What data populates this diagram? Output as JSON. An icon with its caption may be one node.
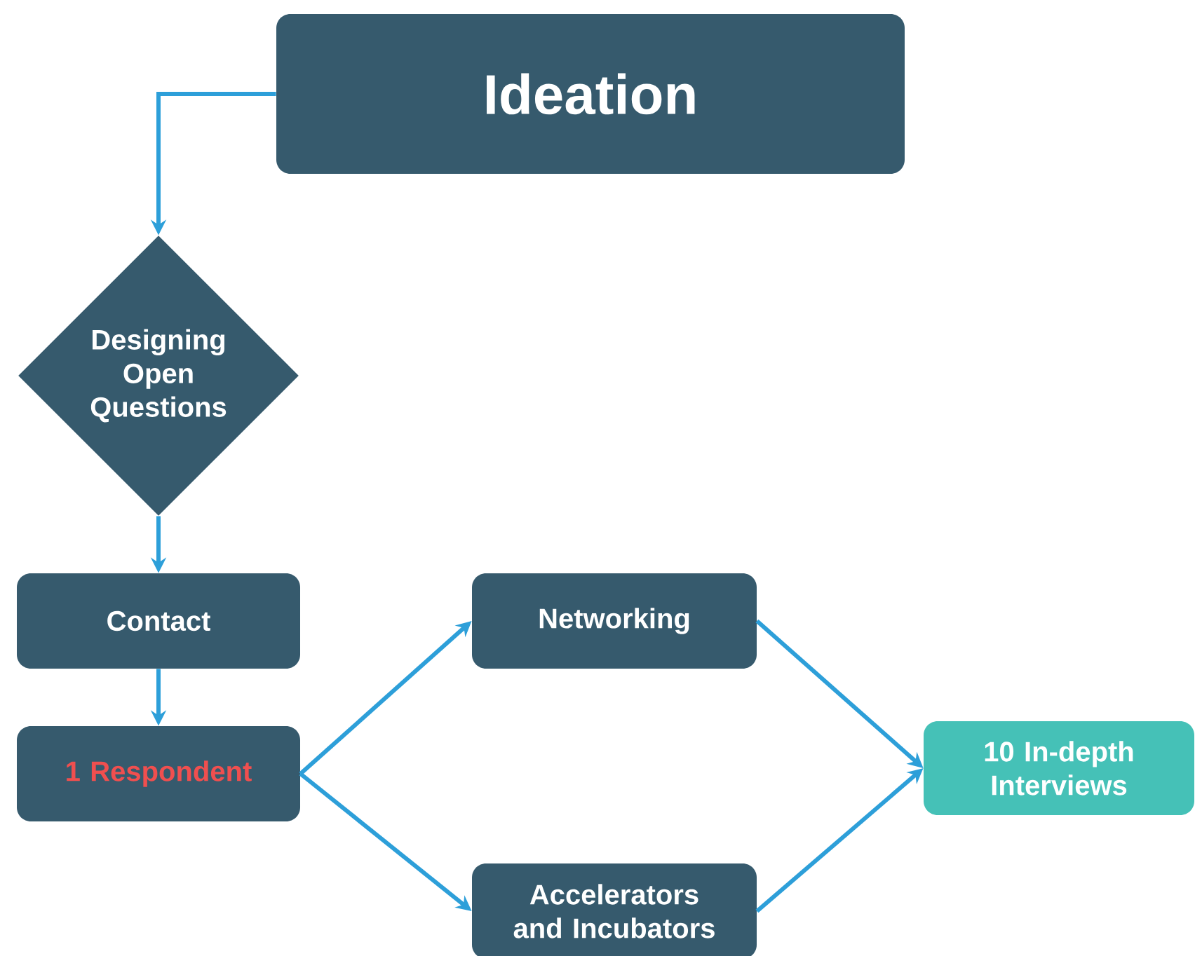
{
  "diagram": {
    "nodes": [
      {
        "text": [
          "Ideation"
        ]
      },
      {
        "text": [
          "Designing Open Questions"
        ]
      },
      {
        "text": [
          "Contact"
        ]
      },
      {
        "text": [
          "1 Respondent"
        ]
      },
      {
        "text": [
          "Networking"
        ]
      },
      {
        "text": [
          "Accelerators and Incubators"
        ]
      },
      {
        "text": [
          "10 In-depth Interviews"
        ]
      }
    ],
    "edges": [
      {
        "from": 0,
        "to": 1,
        "arrow": "to"
      },
      {
        "from": 1,
        "to": 2,
        "arrow": "to"
      },
      {
        "from": 2,
        "to": 3,
        "arrow": "to"
      },
      {
        "from": 3,
        "to": 4,
        "arrow": "to"
      },
      {
        "from": 3,
        "to": 5,
        "arrow": "to"
      },
      {
        "from": 4,
        "to": 6,
        "arrow": "to"
      },
      {
        "from": 5,
        "to": 6,
        "arrow": "to"
      }
    ]
  }
}
